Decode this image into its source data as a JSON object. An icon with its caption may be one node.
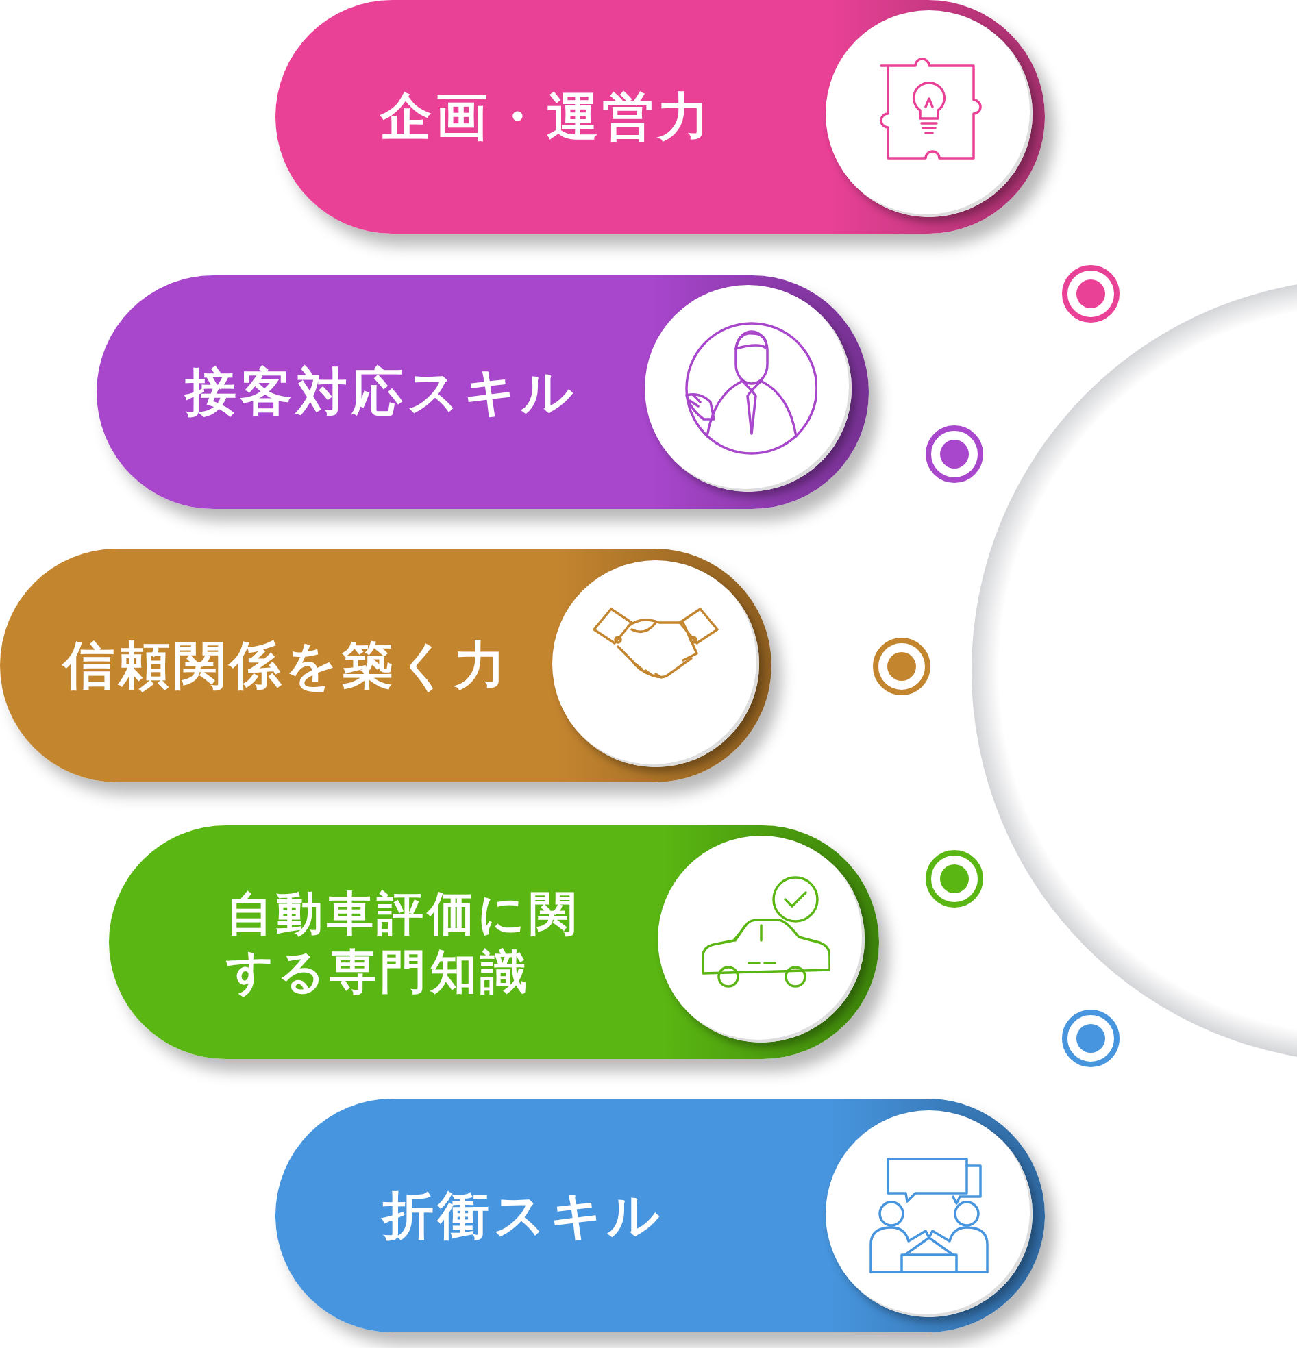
{
  "diagram": {
    "nodes": [
      {
        "text": [
          "企画・運営力"
        ]
      },
      {
        "text": [
          "接客対応スキル"
        ]
      },
      {
        "text": [
          "信頼関係を築く力"
        ]
      },
      {
        "text": [
          "自動車評価に関する専門知識"
        ]
      },
      {
        "text": [
          "折衝スキル"
        ]
      }
    ]
  }
}
